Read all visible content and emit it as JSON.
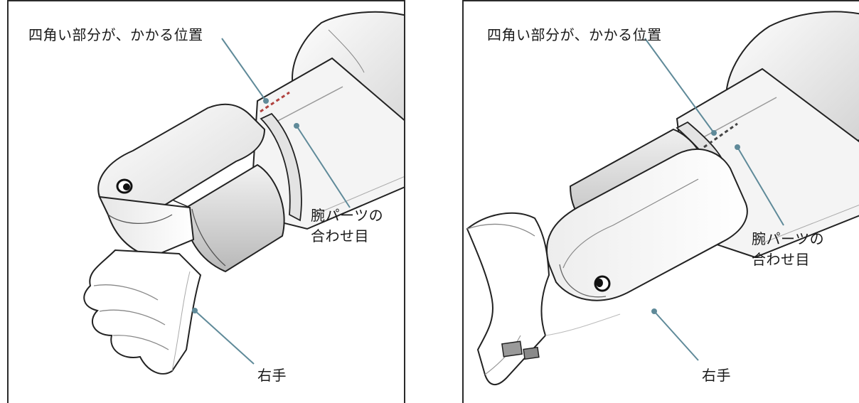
{
  "panels": [
    {
      "callouts": {
        "corner_position": "四角い部分が、かかる位置",
        "arm_seam": "腕パーツの\n合わせ目",
        "right_hand": "右手"
      }
    },
    {
      "callouts": {
        "corner_position": "四角い部分が、かかる位置",
        "arm_seam": "腕パーツの\n合わせ目",
        "right_hand": "右手"
      }
    }
  ],
  "colors": {
    "leader_line": "#5f8a99",
    "leader_dot": "#5f8a99",
    "dashed_marker": "#b0413e",
    "outline": "#222222",
    "border": "#2a2a2a"
  },
  "icons": {
    "peg_hole": "peg-hole-icon"
  }
}
